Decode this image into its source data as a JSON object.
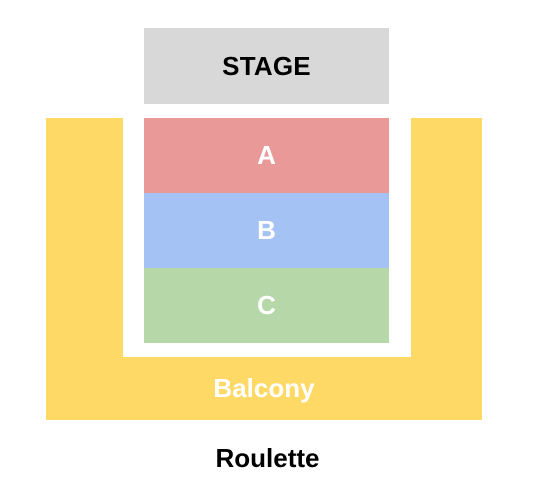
{
  "venue": {
    "name": "Roulette"
  },
  "stage": {
    "label": "STAGE",
    "color": "#d8d8d8"
  },
  "sections": [
    {
      "id": "A",
      "label": "A",
      "color": "#ea9999"
    },
    {
      "id": "B",
      "label": "B",
      "color": "#a4c2f4"
    },
    {
      "id": "C",
      "label": "C",
      "color": "#b6d7a8"
    }
  ],
  "balcony": {
    "label": "Balcony",
    "color": "#ffd966"
  }
}
